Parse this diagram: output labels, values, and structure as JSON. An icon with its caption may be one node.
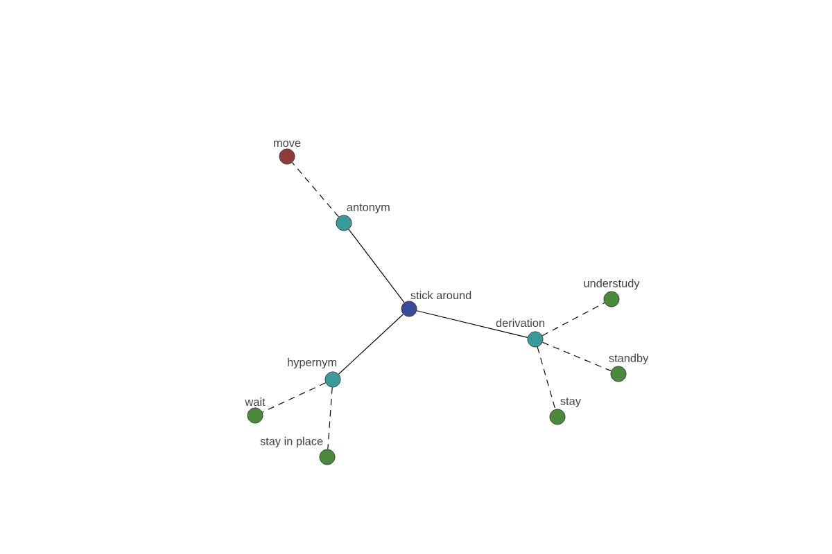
{
  "diagram": {
    "nodes": [
      {
        "text": [
          "move"
        ]
      },
      {
        "text": [
          "antonym"
        ]
      },
      {
        "text": [
          "stick around"
        ]
      },
      {
        "text": [
          "understudy"
        ]
      },
      {
        "text": [
          "derivation"
        ]
      },
      {
        "text": [
          "hypernym"
        ]
      },
      {
        "text": [
          "standby"
        ]
      },
      {
        "text": [
          "wait"
        ]
      },
      {
        "text": [
          "stay"
        ]
      },
      {
        "text": [
          "stay in place"
        ]
      }
    ],
    "edges": [
      {
        "from": 1,
        "to": 0,
        "arrow": "none",
        "style": "dashed"
      },
      {
        "from": 2,
        "to": 1,
        "arrow": "none"
      },
      {
        "from": 2,
        "to": 4,
        "arrow": "none"
      },
      {
        "from": 2,
        "to": 5,
        "arrow": "none"
      },
      {
        "from": 4,
        "to": 3,
        "arrow": "none",
        "style": "dashed"
      },
      {
        "from": 4,
        "to": 6,
        "arrow": "none",
        "style": "dashed"
      },
      {
        "from": 4,
        "to": 8,
        "arrow": "none",
        "style": "dashed"
      },
      {
        "from": 5,
        "to": 7,
        "arrow": "none",
        "style": "dashed"
      },
      {
        "from": 5,
        "to": 9,
        "arrow": "none",
        "style": "dashed"
      }
    ]
  }
}
